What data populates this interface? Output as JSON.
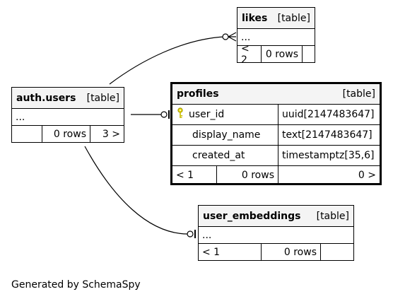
{
  "tables": {
    "likes": {
      "name": "likes",
      "kind": "[table]",
      "columns_placeholder": "...",
      "footer": {
        "parents": "< 2",
        "rows": "0 rows",
        "children": ""
      }
    },
    "auth_users": {
      "name": "auth.users",
      "kind": "[table]",
      "columns_placeholder": "...",
      "footer": {
        "parents": "",
        "rows": "0 rows",
        "children": "3 >"
      }
    },
    "profiles": {
      "name": "profiles",
      "kind": "[table]",
      "columns": [
        {
          "name": "user_id",
          "type": "uuid[2147483647]",
          "primary_key": true
        },
        {
          "name": "display_name",
          "type": "text[2147483647]",
          "primary_key": false
        },
        {
          "name": "created_at",
          "type": "timestamptz[35,6]",
          "primary_key": false
        }
      ],
      "footer": {
        "parents": "< 1",
        "rows": "0 rows",
        "children": "0 >"
      }
    },
    "user_embeddings": {
      "name": "user_embeddings",
      "kind": "[table]",
      "columns_placeholder": "...",
      "footer": {
        "parents": "< 1",
        "rows": "0 rows",
        "children": ""
      }
    }
  },
  "footer_text": "Generated by SchemaSpy",
  "colors": {
    "key_icon": "#e6d800",
    "header_bg": "#f4f4f4"
  },
  "icons": {
    "primary_key": "key-icon"
  }
}
